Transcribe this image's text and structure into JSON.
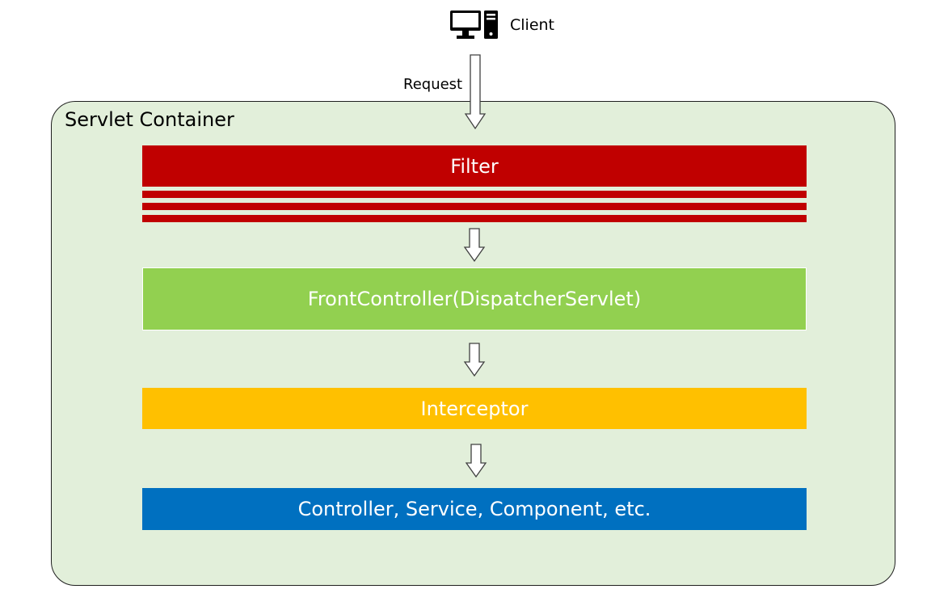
{
  "client": {
    "label": "Client",
    "icon": "desktop-computer-icon"
  },
  "request": {
    "label": "Request"
  },
  "container": {
    "title": "Servlet Container"
  },
  "layers": [
    {
      "label": "Filter",
      "color": "#c00000"
    },
    {
      "label": "FrontController(DispatcherServlet)",
      "color": "#92d050"
    },
    {
      "label": "Interceptor",
      "color": "#ffc000"
    },
    {
      "label": "Controller, Service, Component, etc.",
      "color": "#0070c0"
    }
  ],
  "colors": {
    "container_background": "#e2efda",
    "arrow_fill": "#ffffff",
    "arrow_stroke": "#404040"
  }
}
